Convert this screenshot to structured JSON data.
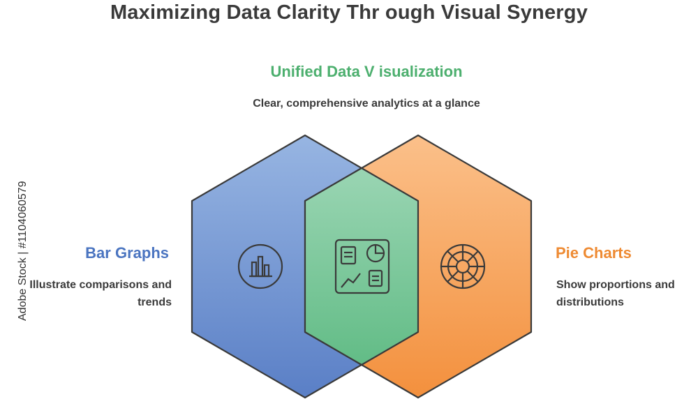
{
  "title": "Maximizing Data Clarity Thr ough Visual Synergy",
  "center": {
    "heading": "Unified Data V isualization",
    "description": "Clear, comprehensive analytics at a glance",
    "color": "#4caf6e"
  },
  "left": {
    "heading": "Bar Graphs",
    "description": "Illustrate comparisons and trends",
    "color": "#4a74c0"
  },
  "right": {
    "heading": "Pie Charts",
    "description_line1": "Show proportions and",
    "description_line2": "distributions",
    "color": "#ee8a32"
  },
  "colors": {
    "blue_top": "#97b5e2",
    "blue_bottom": "#5a7fc6",
    "orange_top": "#fbc08a",
    "orange_bottom": "#f3903d",
    "green_top": "#9ad5b3",
    "green_bottom": "#62bc86",
    "outline": "#3a3a3a"
  },
  "icons": {
    "left": "bar-chart-icon",
    "center": "dashboard-icon",
    "right": "pie-chart-icon"
  },
  "watermark": "Adobe Stock | #1104060579"
}
